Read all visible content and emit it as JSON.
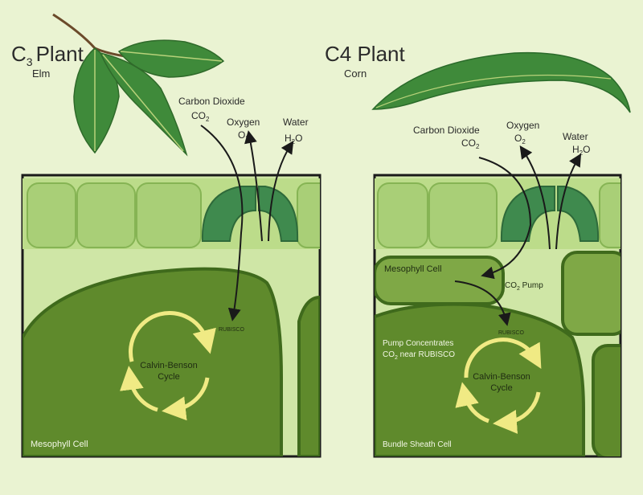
{
  "colors": {
    "background": "#eaf3d2",
    "cell_light": "#a9cf77",
    "cell_dark": "#5f8a2c",
    "cell_outline": "#3f6a1c",
    "guard_cell": "#3f8a4e",
    "leaf": "#3f8a3a",
    "cycle": "#f0ea84",
    "arrow": "#1a1a1a"
  },
  "c3": {
    "title_letter": "C",
    "title_sub": "3",
    "title_word": "Plant",
    "subtitle": "Elm",
    "co2_label": "Carbon Dioxide",
    "co2_formula": "CO",
    "co2_formula_sub": "2",
    "o2_label": "Oxygen",
    "o2_formula": "O",
    "o2_formula_sub": "2",
    "water_label": "Water",
    "water_formula": "H",
    "water_formula_sub": "2",
    "water_formula_end": "O",
    "rubisco": "RUBISCO",
    "cycle_line1": "Calvin-Benson",
    "cycle_line2": "Cycle",
    "cell_label": "Mesophyll Cell"
  },
  "c4": {
    "title_text": "C4 Plant",
    "subtitle": "Corn",
    "co2_label": "Carbon Dioxide",
    "co2_formula": "CO",
    "co2_formula_sub": "2",
    "o2_label": "Oxygen",
    "o2_formula": "O",
    "o2_formula_sub": "2",
    "water_label": "Water",
    "water_formula": "H",
    "water_formula_sub": "2",
    "water_formula_end": "O",
    "mesophyll_label": "Mesophyll Cell",
    "pump_label": "CO",
    "pump_sub": "2",
    "pump_end": " Pump",
    "rubisco": "RUBISCO",
    "pump_note_line1": "Pump Concentrates",
    "pump_note_line2a": "CO",
    "pump_note_line2_sub": "2",
    "pump_note_line2b": " near RUBISCO",
    "cycle_line1": "Calvin-Benson",
    "cycle_line2": "Cycle",
    "cell_label": "Bundle Sheath Cell"
  }
}
